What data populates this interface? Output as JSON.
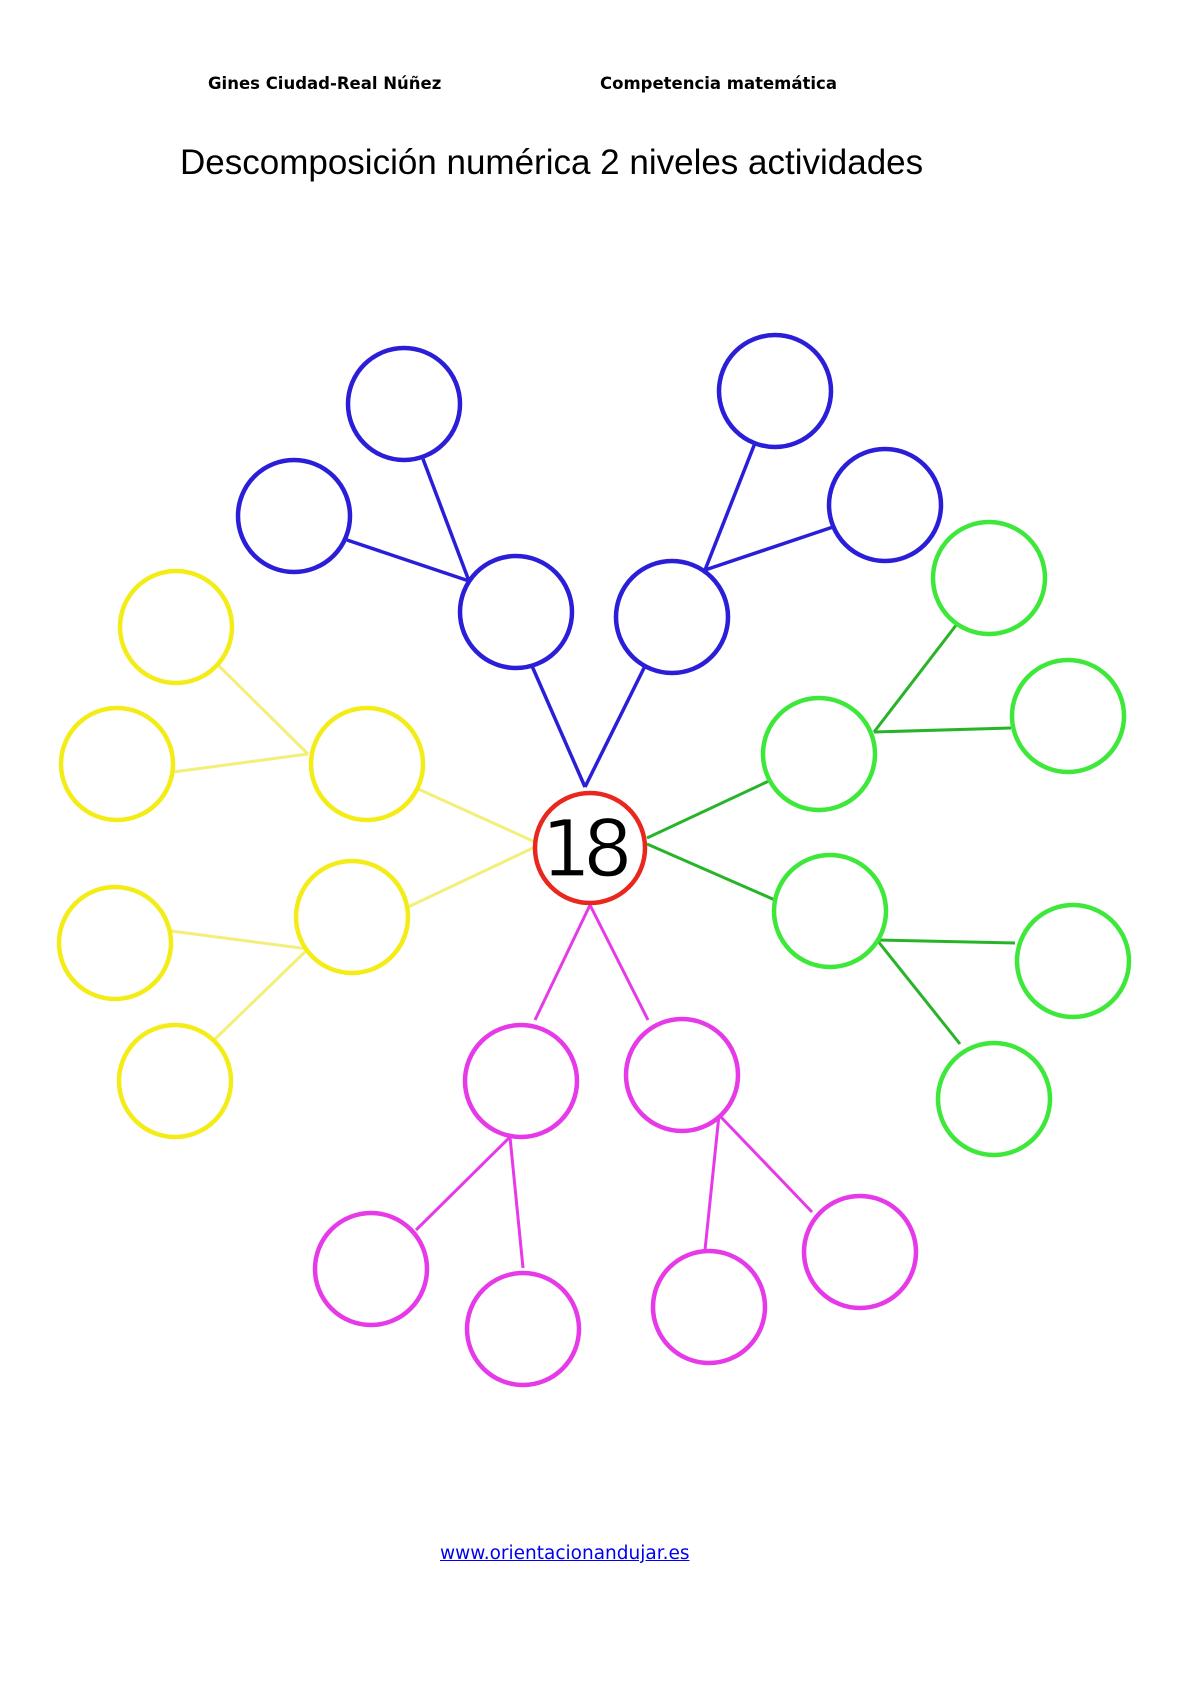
{
  "header": {
    "author": "Gines Ciudad-Real Núñez",
    "subject": "Competencia matemática"
  },
  "title": "Descomposición numérica 2 niveles actividades",
  "center_number": "18",
  "colors": {
    "center": "#e8281e",
    "blue": "#2a1ed8",
    "yellow": "#f4ec16",
    "green": "#3ee83a",
    "green_line": "#28b428",
    "yellow_line": "#f4ee7a",
    "magenta": "#e63ae8"
  },
  "footer": {
    "link": "www.orientacionandujar.es"
  }
}
